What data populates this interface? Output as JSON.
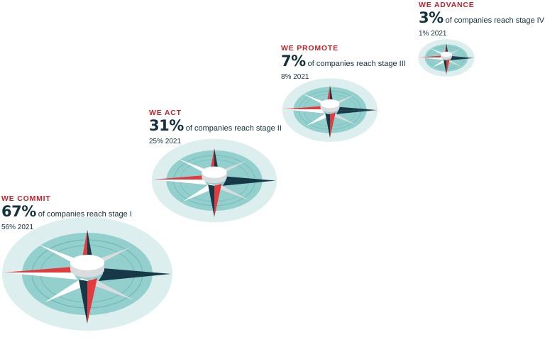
{
  "colors": {
    "red": "#e23a3f",
    "red_dark": "#b81f28",
    "navy": "#163847",
    "teal_dark": "#6fb9b8",
    "teal": "#93cfcd",
    "teal_light": "#dcefee",
    "white": "#ffffff",
    "grey": "#d9dcde"
  },
  "stages": [
    {
      "title": "WE COMMIT",
      "percent": "67%",
      "description": "of companies reach stage I",
      "prior": "56% 2021"
    },
    {
      "title": "WE ACT",
      "percent": "31%",
      "description": "of companies reach stage II",
      "prior": "25% 2021"
    },
    {
      "title": "WE PROMOTE",
      "percent": "7%",
      "description": "of companies reach stage III",
      "prior": "8% 2021"
    },
    {
      "title": "WE ADVANCE",
      "percent": "3%",
      "description": "of companies reach stage IV",
      "prior": "1% 2021"
    }
  ]
}
